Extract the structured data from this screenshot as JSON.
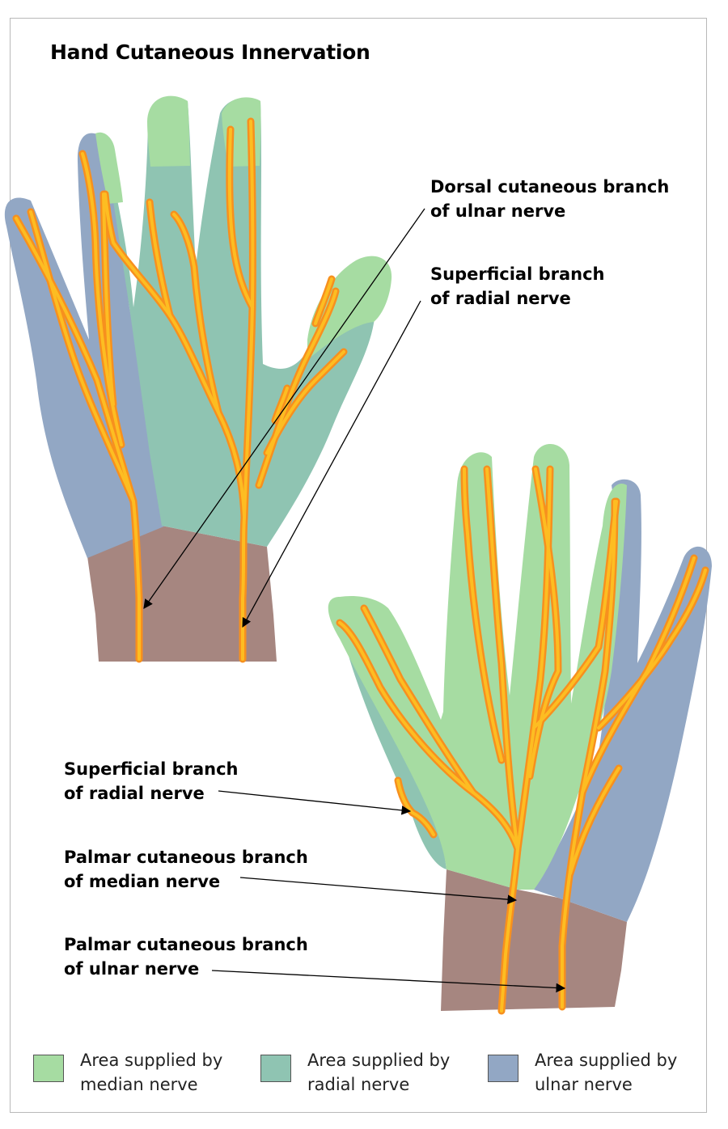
{
  "title": "Hand Cutaneous Innervation",
  "colors": {
    "median": "#a6dca2",
    "radial": "#8fc4b2",
    "ulnar": "#92a7c4",
    "wrist": "#a68680",
    "nerve_outer": "#f7901e",
    "nerve_inner": "#fdbd22"
  },
  "labels": {
    "dorsal_ulnar": [
      "Dorsal cutaneous branch",
      "of ulnar nerve"
    ],
    "superficial_radial_dorsal": [
      "Superficial branch",
      "of radial nerve"
    ],
    "superficial_radial_palmar": [
      "Superficial branch",
      "of radial nerve"
    ],
    "palmar_median": [
      "Palmar cutaneous branch",
      "of median nerve"
    ],
    "palmar_ulnar": [
      "Palmar cutaneous branch",
      "of ulnar nerve"
    ]
  },
  "legend": [
    {
      "key": "median",
      "line1": "Area supplied by",
      "line2": "median nerve"
    },
    {
      "key": "radial",
      "line1": "Area supplied by",
      "line2": "radial nerve"
    },
    {
      "key": "ulnar",
      "line1": "Area supplied by",
      "line2": "ulnar nerve"
    }
  ]
}
